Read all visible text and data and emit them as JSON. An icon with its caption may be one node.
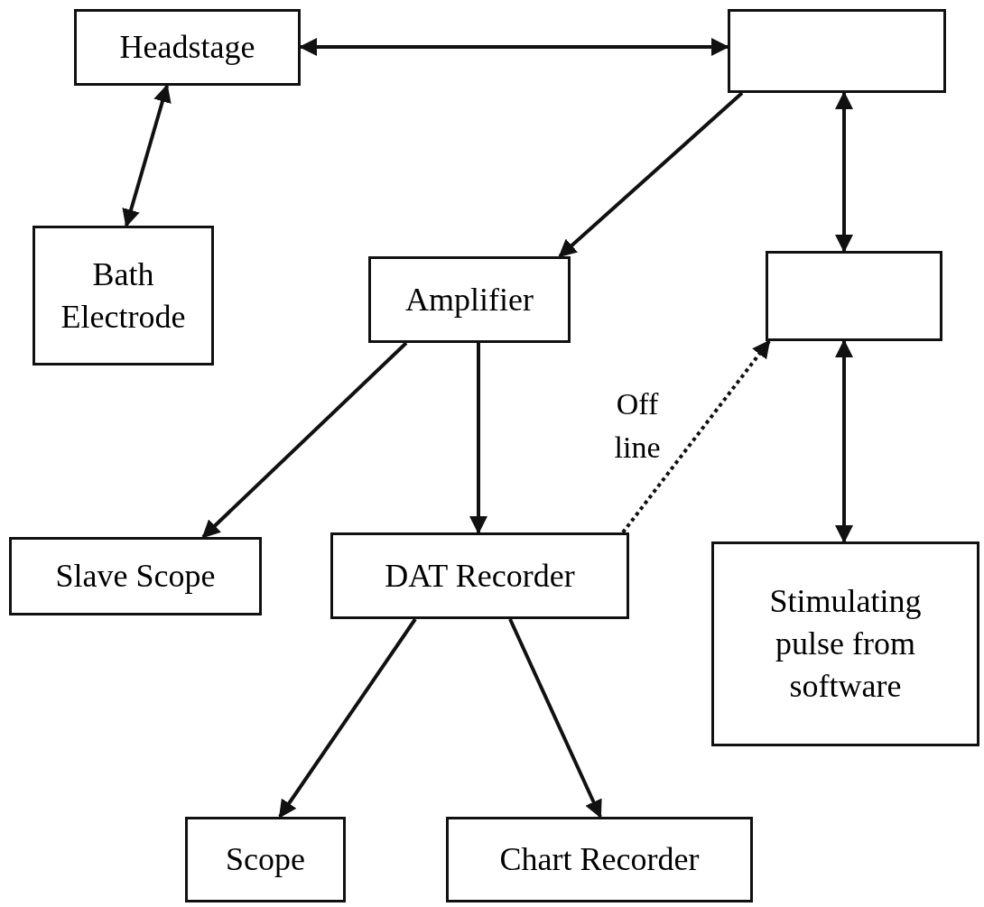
{
  "diagram": {
    "nodes": [
      {
        "text": [
          "Headstage"
        ]
      },
      {
        "text": [],
        "shape": "box"
      },
      {
        "text": [
          "Bath Electrode"
        ]
      },
      {
        "text": [
          "Amplifier"
        ]
      },
      {
        "text": [],
        "shape": "box"
      },
      {
        "text": [
          "Slave Scope"
        ]
      },
      {
        "text": [
          "DAT Recorder"
        ]
      },
      {
        "text": [
          "Stimulating pulse from software"
        ]
      },
      {
        "text": [
          "Scope"
        ]
      },
      {
        "text": [
          "Chart Recorder"
        ]
      }
    ],
    "edges": [
      {
        "from": 0,
        "to": 1,
        "arrow": "both"
      },
      {
        "from": 0,
        "to": 2,
        "arrow": "both"
      },
      {
        "from": 1,
        "to": 3,
        "arrow": "to"
      },
      {
        "from": 1,
        "to": 4,
        "arrow": "both"
      },
      {
        "from": 3,
        "to": 5,
        "arrow": "to"
      },
      {
        "from": 3,
        "to": 6,
        "arrow": "to"
      },
      {
        "from": 6,
        "to": 4,
        "arrow": "to",
        "style": "dashed",
        "label": "Off line"
      },
      {
        "from": 4,
        "to": 7,
        "arrow": "both"
      },
      {
        "from": 6,
        "to": 8,
        "arrow": "to"
      },
      {
        "from": 6,
        "to": 9,
        "arrow": "to"
      }
    ]
  }
}
